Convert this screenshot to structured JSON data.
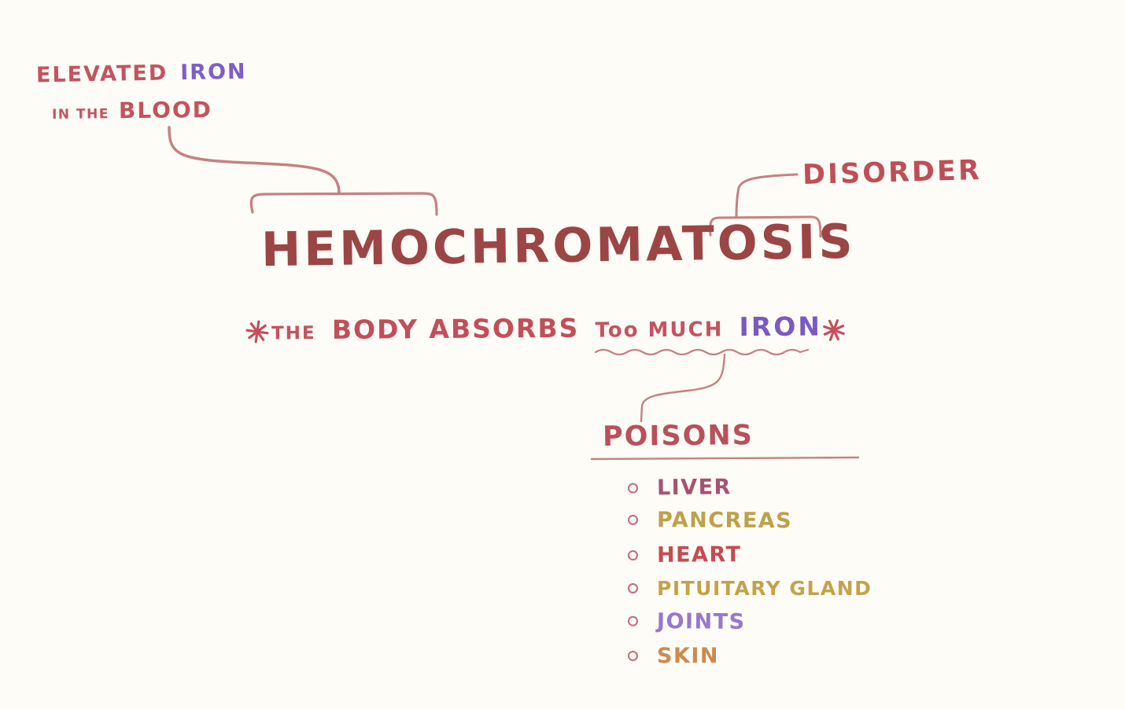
{
  "background": "#fdfcf7",
  "note_elevated": {
    "line1": [
      {
        "text": "ELEVATED",
        "color": "#c4535f"
      },
      {
        "text": "IRON",
        "color": "#7e5ec6"
      }
    ],
    "line2": [
      {
        "text": "IN THE",
        "color": "#c4535f"
      },
      {
        "text": "BLOOD",
        "color": "#c4525c"
      }
    ]
  },
  "disorder": {
    "label": "DISORDER",
    "color": "#bf4e56"
  },
  "title": {
    "text": "HEMOCHROMATOSIS",
    "color": "#9b4545"
  },
  "subtitle": {
    "the": {
      "text": "THE",
      "color": "#c4535f"
    },
    "body_absorbs": {
      "text": "BODY ABSORBS",
      "color": "#c24e59"
    },
    "too_much": {
      "text": "Too MUCH",
      "color": "#c4535f"
    },
    "iron": {
      "text": "IRON",
      "color": "#7b59c0"
    },
    "asterisk_icon": "8-spoked-asterisk",
    "asterisk_color": "#c44f5c"
  },
  "poisons": {
    "heading": "POISONS",
    "heading_color": "#b9505b",
    "bullet_color": "#c76a78",
    "items": [
      {
        "label": "LIVER",
        "color": "#a65273"
      },
      {
        "label": "PANCREAS",
        "color": "#bfa04a"
      },
      {
        "label": "HEART",
        "color": "#c64a52"
      },
      {
        "label": "PITUITARY GLAND",
        "color": "#c3a249"
      },
      {
        "label": "JOINTS",
        "color": "#9678cd"
      },
      {
        "label": "SKIN",
        "color": "#cc8a4d"
      }
    ]
  },
  "connectors": {
    "color": "#c68181"
  }
}
